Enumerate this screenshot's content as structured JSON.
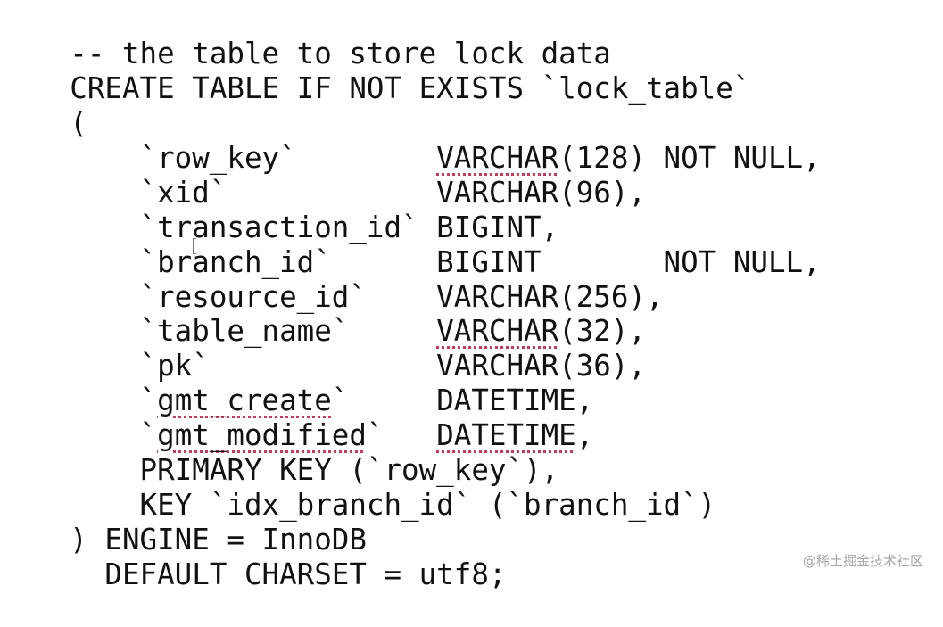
{
  "code": {
    "lines": [
      {
        "id": "comment",
        "parts": [
          "-- the table to store lock data"
        ]
      },
      {
        "id": "create-table",
        "parts": [
          "CREATE TABLE IF NOT EXISTS `lock_table`"
        ]
      },
      {
        "id": "open-paren",
        "parts": [
          "("
        ]
      },
      {
        "id": "row-key",
        "parts": [
          "    `row_key`        ",
          "VARCHAR",
          "(128) NOT NULL,"
        ],
        "squiggle": [
          1
        ]
      },
      {
        "id": "xid",
        "parts": [
          "    `xid`            VARCHAR(96),"
        ]
      },
      {
        "id": "transaction-id",
        "parts": [
          "    `transaction_id` BIGINT,"
        ]
      },
      {
        "id": "branch-id",
        "parts": [
          "    `branch_id`      BIGINT       NOT NULL,"
        ]
      },
      {
        "id": "resource-id",
        "parts": [
          "    `resource_id`    VARCHAR(256),"
        ]
      },
      {
        "id": "table-name",
        "parts": [
          "    `table_name`     ",
          "VARCHAR",
          "(32),"
        ],
        "squiggle": [
          1
        ]
      },
      {
        "id": "pk",
        "parts": [
          "    `pk`             VARCHAR(36),"
        ]
      },
      {
        "id": "gmt-create",
        "parts": [
          "    `",
          "gmt_create",
          "`     DATETIME,"
        ],
        "squiggle": [
          1
        ]
      },
      {
        "id": "gmt-modified",
        "parts": [
          "    `",
          "gmt_modified",
          "`   ",
          "DATETIME",
          ","
        ],
        "squiggle": [
          1,
          3
        ]
      },
      {
        "id": "primary-key",
        "parts": [
          "    PRIMARY KEY (`row_key`),"
        ]
      },
      {
        "id": "key-idx",
        "parts": [
          "    KEY `idx_branch_id` (`branch_id`)"
        ]
      },
      {
        "id": "engine",
        "parts": [
          ") ENGINE = InnoDB"
        ]
      },
      {
        "id": "charset",
        "parts": [
          "  DEFAULT CHARSET = utf8;"
        ]
      }
    ]
  },
  "watermark": {
    "text": "@稀土掘金技术社区"
  }
}
